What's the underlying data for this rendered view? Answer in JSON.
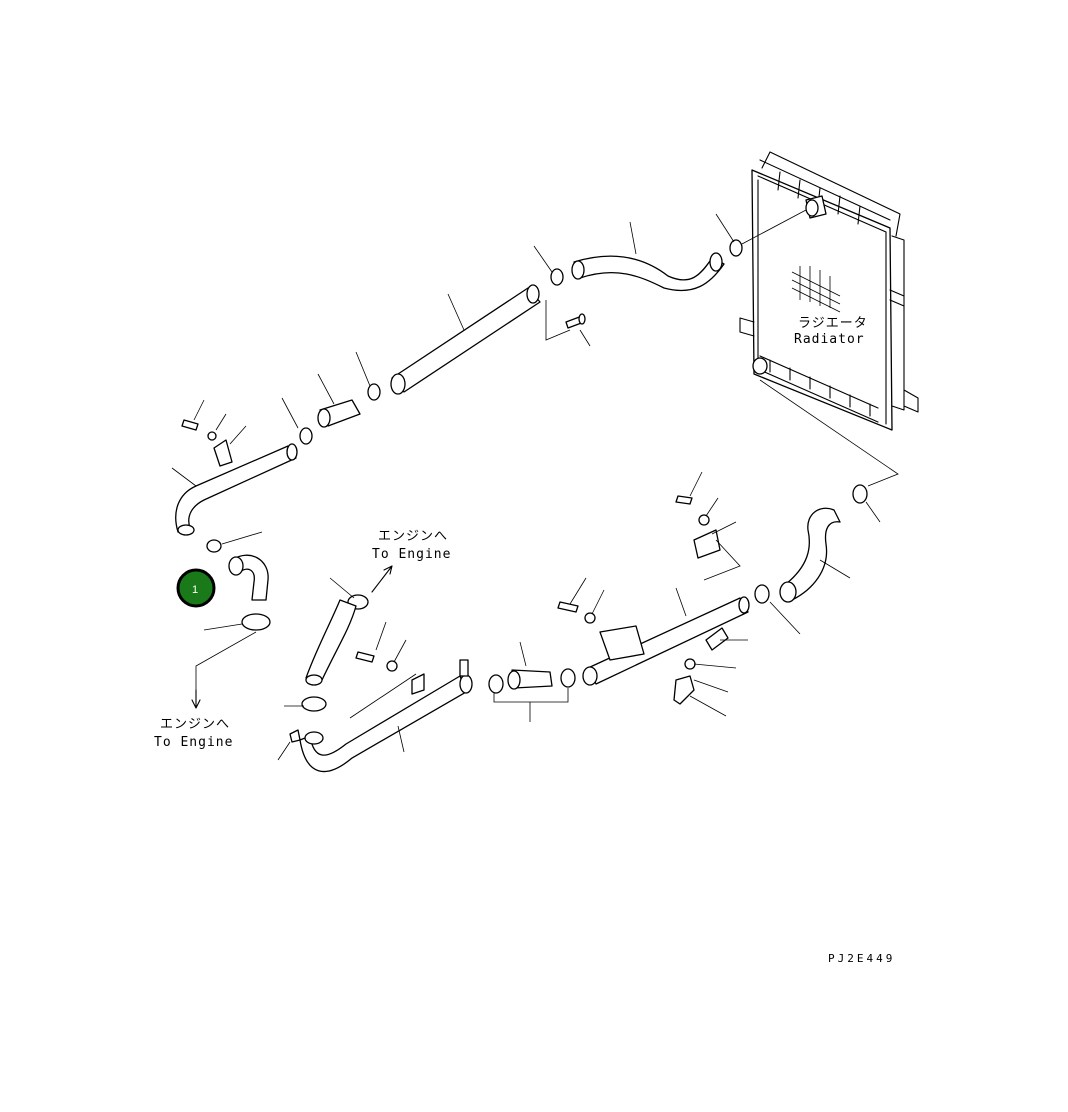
{
  "radiator_label_jp": "ラジエータ",
  "radiator_label_en": "Radiator",
  "engine_label_top_jp": "エンジンへ",
  "engine_label_top_en": "To Engine",
  "engine_label_bottom_jp": "エンジンへ",
  "engine_label_bottom_en": "To Engine",
  "drawing_code": "PJ2E449",
  "callout": {
    "number": "1",
    "color": "#1a7a1a"
  }
}
